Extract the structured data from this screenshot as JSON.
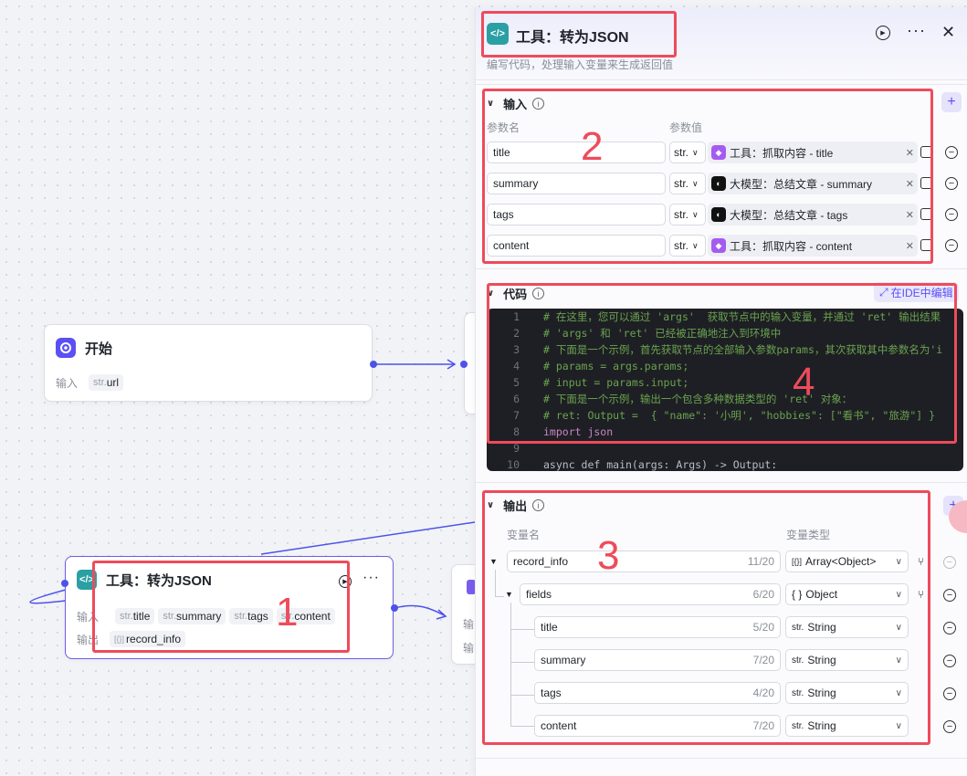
{
  "canvas": {
    "start_node": {
      "title": "开始",
      "input_label": "输入",
      "input_param_prefix": "str.",
      "input_param": "url"
    },
    "json_node": {
      "title": "工具：转为JSON",
      "input_label": "输入",
      "output_label": "输出",
      "inputs": [
        {
          "prefix": "str.",
          "name": "title"
        },
        {
          "prefix": "str.",
          "name": "summary"
        },
        {
          "prefix": "str.",
          "name": "tags"
        },
        {
          "prefix": "str.",
          "name": "content"
        }
      ],
      "output_prefix": "[{}]",
      "output": "record_info",
      "partial_labels": [
        "输",
        "输"
      ]
    }
  },
  "panel": {
    "title": "工具：转为JSON",
    "description": "编写代码，处理输入变量来生成返回值",
    "input_section": {
      "title": "输入",
      "col_name": "参数名",
      "col_value": "参数值",
      "rows": [
        {
          "name": "title",
          "type": "str.",
          "source_kind": "tool",
          "ref": "工具：抓取内容 - title"
        },
        {
          "name": "summary",
          "type": "str.",
          "source_kind": "llm",
          "ref": "大模型：总结文章 - summary"
        },
        {
          "name": "tags",
          "type": "str.",
          "source_kind": "llm",
          "ref": "大模型：总结文章 - tags"
        },
        {
          "name": "content",
          "type": "str.",
          "source_kind": "tool",
          "ref": "工具：抓取内容 - content"
        }
      ]
    },
    "code_section": {
      "title": "代码",
      "ide_button": "在IDE中编辑",
      "lines": [
        {
          "n": "1",
          "text": "# 在这里，您可以通过 'args'  获取节点中的输入变量，并通过 'ret' 输出结果",
          "kind": "comment"
        },
        {
          "n": "2",
          "text": "# 'args' 和 'ret' 已经被正确地注入到环境中",
          "kind": "comment"
        },
        {
          "n": "3",
          "text": "# 下面是一个示例，首先获取节点的全部输入参数params，其次获取其中参数名为'i",
          "kind": "comment"
        },
        {
          "n": "4",
          "text": "# params = args.params;",
          "kind": "comment"
        },
        {
          "n": "5",
          "text": "# input = params.input;",
          "kind": "comment"
        },
        {
          "n": "6",
          "text": "# 下面是一个示例，输出一个包含多种数据类型的 'ret' 对象：",
          "kind": "comment"
        },
        {
          "n": "7",
          "text": "# ret: Output =  { \"name\": '小明', \"hobbies\": [\"看书\", \"旅游\"] }",
          "kind": "comment"
        },
        {
          "n": "8",
          "text": "import json",
          "kind": "keyword"
        },
        {
          "n": "9",
          "text": "",
          "kind": "plain"
        },
        {
          "n": "10",
          "text": "async def main(args: Args) -> Output:",
          "kind": "plain"
        }
      ]
    },
    "output_section": {
      "title": "输出",
      "col_name": "变量名",
      "col_type": "变量类型",
      "rows": [
        {
          "name": "record_info",
          "count": "11/20",
          "type_prefix": "[{}]",
          "type": "Array<Object>"
        },
        {
          "name": "fields",
          "count": "6/20",
          "type_prefix": "{ }",
          "type": "Object"
        },
        {
          "name": "title",
          "count": "5/20",
          "type_prefix": "str.",
          "type": "String"
        },
        {
          "name": "summary",
          "count": "7/20",
          "type_prefix": "str.",
          "type": "String"
        },
        {
          "name": "tags",
          "count": "4/20",
          "type_prefix": "str.",
          "type": "String"
        },
        {
          "name": "content",
          "count": "7/20",
          "type_prefix": "str.",
          "type": "String"
        }
      ]
    }
  },
  "annotations": [
    "1",
    "2",
    "3",
    "4"
  ],
  "colors": {
    "accent": "#5b4ff5",
    "annotation": "#ee4b5b",
    "code_bg": "#1e1f24",
    "code_icon": "#2aa0a4"
  }
}
